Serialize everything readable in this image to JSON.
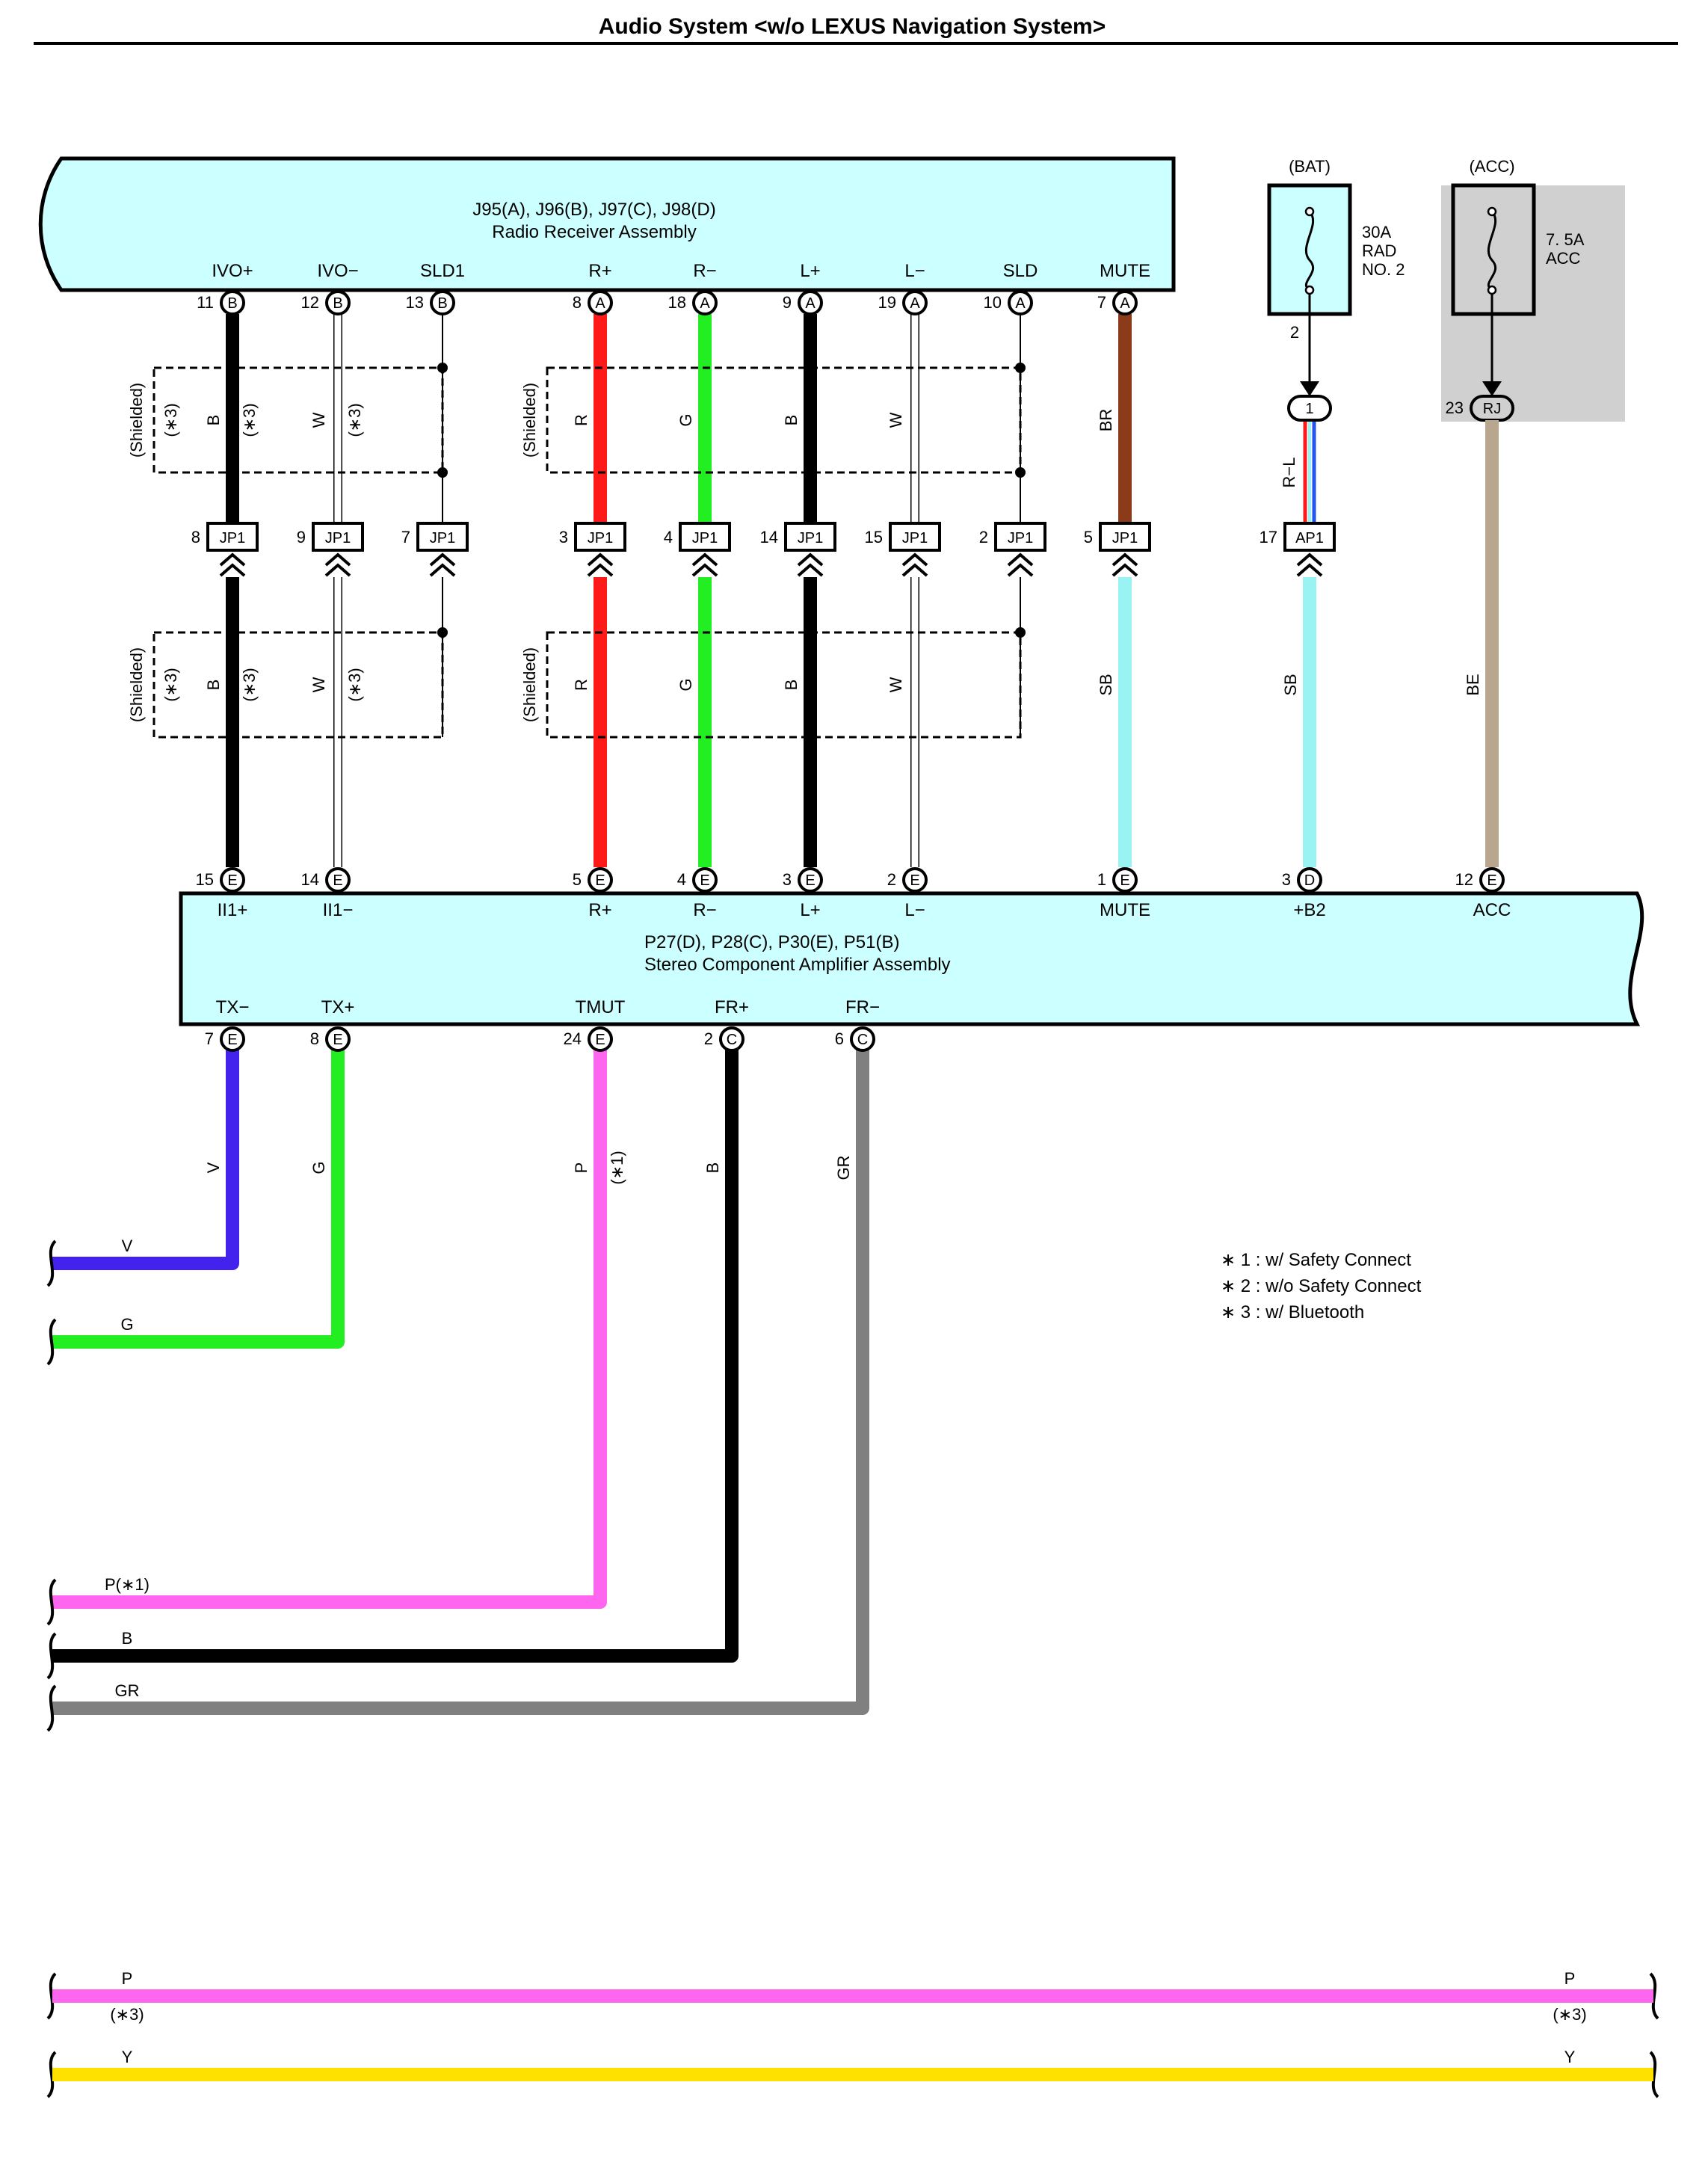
{
  "title": "Audio System <w/o LEXUS Navigation System>",
  "colors": {
    "component_fill": "#ccffff",
    "fuse_box_shade": "#d0d0d0",
    "wire": {
      "B": "#000000",
      "W": "#ffffff",
      "R": "#ff1a1a",
      "G": "#22ee22",
      "BR": "#8b3a1a",
      "SB": "#99f3f3",
      "BE": "#b8a68f",
      "V": "#4422ee",
      "P": "#ff66f0",
      "GR": "#808080",
      "Y": "#ffe100"
    }
  },
  "radio": {
    "code": "J95(A), J96(B), J97(C), J98(D)",
    "name": "Radio Receiver Assembly",
    "pins": [
      {
        "label": "IVO+",
        "num": "11",
        "conn": "B"
      },
      {
        "label": "IVO−",
        "num": "12",
        "conn": "B"
      },
      {
        "label": "SLD1",
        "num": "13",
        "conn": "B"
      },
      {
        "label": "R+",
        "num": "8",
        "conn": "A"
      },
      {
        "label": "R−",
        "num": "18",
        "conn": "A"
      },
      {
        "label": "L+",
        "num": "9",
        "conn": "A"
      },
      {
        "label": "L−",
        "num": "19",
        "conn": "A"
      },
      {
        "label": "SLD",
        "num": "10",
        "conn": "A"
      },
      {
        "label": "MUTE",
        "num": "7",
        "conn": "A"
      }
    ]
  },
  "junction": {
    "jp1": [
      {
        "num": "8",
        "id": "JP1"
      },
      {
        "num": "9",
        "id": "JP1"
      },
      {
        "num": "7",
        "id": "JP1"
      },
      {
        "num": "3",
        "id": "JP1"
      },
      {
        "num": "4",
        "id": "JP1"
      },
      {
        "num": "14",
        "id": "JP1"
      },
      {
        "num": "15",
        "id": "JP1"
      },
      {
        "num": "2",
        "id": "JP1"
      },
      {
        "num": "5",
        "id": "JP1"
      }
    ],
    "ap1": {
      "num": "17",
      "id": "AP1"
    },
    "j1": {
      "id": "1"
    },
    "rj": {
      "num": "23",
      "id": "RJ"
    }
  },
  "upper_wires": [
    {
      "color": "B",
      "note": "(∗3)"
    },
    {
      "color": "W",
      "note": "(∗3)"
    },
    {
      "color": "R",
      "note": ""
    },
    {
      "color": "G",
      "note": ""
    },
    {
      "color": "B",
      "note": ""
    },
    {
      "color": "W",
      "note": ""
    },
    {
      "color": "BR",
      "note": ""
    },
    {
      "color": "R−L",
      "note": ""
    }
  ],
  "lower_wires": [
    {
      "color": "B",
      "note": "(∗3)"
    },
    {
      "color": "W",
      "note": "(∗3)"
    },
    {
      "color": "R",
      "note": ""
    },
    {
      "color": "G",
      "note": ""
    },
    {
      "color": "B",
      "note": ""
    },
    {
      "color": "W",
      "note": ""
    },
    {
      "color": "SB",
      "note": ""
    },
    {
      "color": "SB",
      "note": ""
    },
    {
      "color": "BE",
      "note": ""
    }
  ],
  "shield_boxes": [
    {
      "label": "(Shielded)",
      "note": "(∗3)"
    },
    {
      "label": "(Shielded)",
      "note": ""
    },
    {
      "label": "(Shielded)",
      "note": "(∗3)"
    },
    {
      "label": "(Shielded)",
      "note": ""
    }
  ],
  "fuses": [
    {
      "source": "(BAT)",
      "lines": [
        "30A",
        "RAD",
        "NO. 2"
      ],
      "pin": "2"
    },
    {
      "source": "(ACC)",
      "lines": [
        "7. 5A",
        "ACC"
      ]
    }
  ],
  "amplifier": {
    "code": "P27(D), P28(C), P30(E), P51(B)",
    "name": "Stereo Component Amplifier Assembly",
    "top_pins": [
      {
        "label": "II1+",
        "num": "15",
        "conn": "E"
      },
      {
        "label": "II1−",
        "num": "14",
        "conn": "E"
      },
      {
        "label": "R+",
        "num": "5",
        "conn": "E"
      },
      {
        "label": "R−",
        "num": "4",
        "conn": "E"
      },
      {
        "label": "L+",
        "num": "3",
        "conn": "E"
      },
      {
        "label": "L−",
        "num": "2",
        "conn": "E"
      },
      {
        "label": "MUTE",
        "num": "1",
        "conn": "E"
      },
      {
        "label": "+B2",
        "num": "3",
        "conn": "D"
      },
      {
        "label": "ACC",
        "num": "12",
        "conn": "E"
      }
    ],
    "bottom_pins": [
      {
        "label": "TX−",
        "num": "7",
        "conn": "E"
      },
      {
        "label": "TX+",
        "num": "8",
        "conn": "E"
      },
      {
        "label": "TMUT",
        "num": "24",
        "conn": "E"
      },
      {
        "label": "FR+",
        "num": "2",
        "conn": "C"
      },
      {
        "label": "FR−",
        "num": "6",
        "conn": "C"
      }
    ]
  },
  "output_wires": [
    {
      "vlabel": "V",
      "hlabel": "V",
      "note": ""
    },
    {
      "vlabel": "G",
      "hlabel": "G",
      "note": ""
    },
    {
      "vlabel": "P",
      "hlabel": "P(∗1)",
      "note": "(∗1)"
    },
    {
      "vlabel": "B",
      "hlabel": "B",
      "note": ""
    },
    {
      "vlabel": "GR",
      "hlabel": "GR",
      "note": ""
    }
  ],
  "notes": [
    "∗ 1 : w/ Safety Connect",
    "∗ 2 : w/o Safety Connect",
    "∗ 3 : w/ Bluetooth"
  ],
  "bottom_wires": [
    {
      "left_label": "P",
      "left_note": "(∗3)",
      "right_label": "P",
      "right_note": "(∗3)"
    },
    {
      "left_label": "Y",
      "left_note": "",
      "right_label": "Y",
      "right_note": ""
    }
  ]
}
